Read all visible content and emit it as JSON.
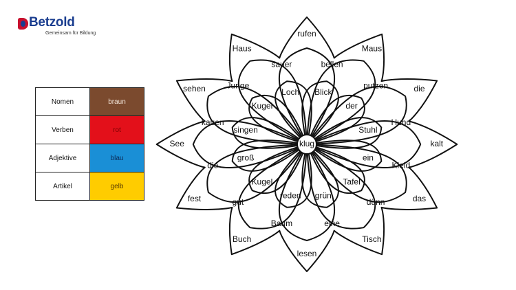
{
  "logo": {
    "name": "Betzold",
    "tagline": "Gemeinsam für Bildung"
  },
  "legend": [
    {
      "word_class": "Nomen",
      "color_name": "braun",
      "color": "#7b4a2e",
      "text_color": "#f3e6da"
    },
    {
      "word_class": "Verben",
      "color_name": "rot",
      "color": "#e3101a",
      "text_color": "#7a0000"
    },
    {
      "word_class": "Adjektive",
      "color_name": "blau",
      "color": "#1a8fd6",
      "text_color": "#0d2a55"
    },
    {
      "word_class": "Artikel",
      "color_name": "gelb",
      "color": "#ffcc00",
      "text_color": "#5a3d00"
    }
  ],
  "flower": {
    "center": "klug",
    "inner_ring": [
      "Blick",
      "der",
      "Stuhl",
      "ein",
      "Tafel",
      "grün",
      "reden",
      "Kugel",
      "groß",
      "singen",
      "Kugel",
      "Loch"
    ],
    "middle_ring": [
      "bellen",
      "putzen",
      "Hund",
      "Kleid",
      "dünn",
      "eine",
      "Baum",
      "gut",
      "die",
      "kauen",
      "Junge",
      "sauer"
    ],
    "outer_ring": [
      "rufen",
      "Maus",
      "die",
      "kalt",
      "das",
      "Tisch",
      "lesen",
      "Buch",
      "fest",
      "See",
      "sehen",
      "Haus"
    ]
  }
}
